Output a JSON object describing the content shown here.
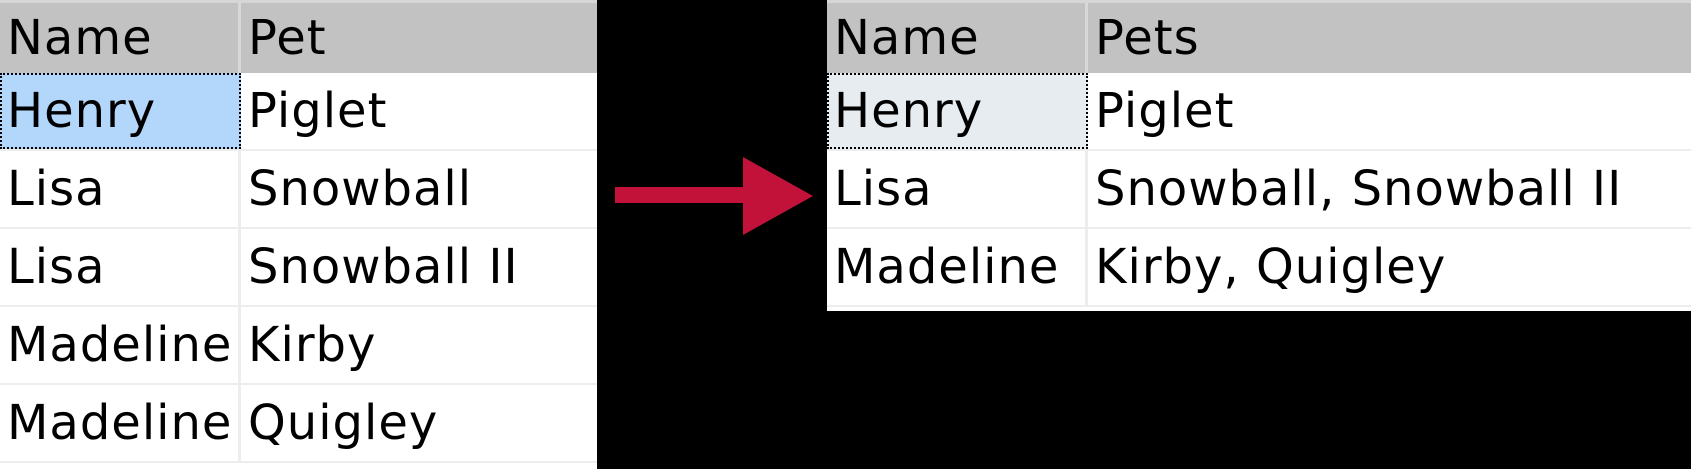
{
  "left_table": {
    "columns": [
      "Name",
      "Pet"
    ],
    "rows": [
      {
        "name": "Henry",
        "pet": "Piglet",
        "name_cell_selected": true
      },
      {
        "name": "Lisa",
        "pet": "Snowball",
        "name_cell_selected": false
      },
      {
        "name": "Lisa",
        "pet": "Snowball II",
        "name_cell_selected": false
      },
      {
        "name": "Madeline",
        "pet": "Kirby",
        "name_cell_selected": false
      },
      {
        "name": "Madeline",
        "pet": "Quigley",
        "name_cell_selected": false
      }
    ]
  },
  "right_table": {
    "columns": [
      "Name",
      "Pets"
    ],
    "rows": [
      {
        "name": "Henry",
        "pets": "Piglet",
        "name_cell_selected": true
      },
      {
        "name": "Lisa",
        "pets": "Snowball, Snowball II",
        "name_cell_selected": false
      },
      {
        "name": "Madeline",
        "pets": "Kirby, Quigley",
        "name_cell_selected": false
      }
    ]
  },
  "arrow": {
    "icon": "arrow-right-icon",
    "color": "#c2123a"
  },
  "colors": {
    "background": "#000000",
    "header_bg": "#c2c2c2",
    "header_top_border": "#d6d6d6",
    "grid_line": "#ededed",
    "selection_fill_left": "#b3d7fb",
    "selection_fill_right": "#e7ecf1",
    "text": "#000000"
  }
}
